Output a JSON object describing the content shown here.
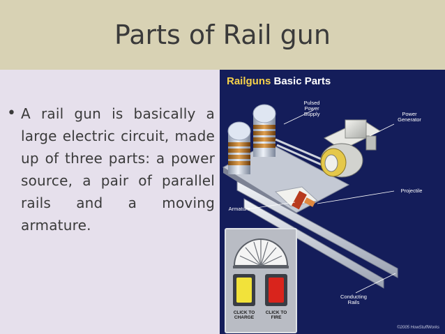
{
  "slide": {
    "title": "Parts of Rail gun",
    "bullet": "A rail gun is basically a large electric circuit, made up of three parts: a power source, a pair of parallel rails and a moving armature."
  },
  "figure": {
    "title_brand": "Railguns",
    "title_rest": " Basic Parts",
    "labels": {
      "pulsed_power_supply": [
        "Pulsed",
        "Power",
        "Supply"
      ],
      "power_generator": [
        "Power",
        "Generator"
      ],
      "projectile": "Projectile",
      "armature": "Armature",
      "conducting_rails": [
        "Conducting",
        "Rails"
      ]
    },
    "buttons": {
      "charge": [
        "CLICK TO",
        "CHARGE"
      ],
      "fire": [
        "CLICK TO",
        "FIRE"
      ]
    },
    "copyright": "©2005 HowStuffWorks",
    "colors": {
      "background": "#141d5a",
      "charge_button": "#f2e23a",
      "fire_button": "#d9241c"
    }
  }
}
